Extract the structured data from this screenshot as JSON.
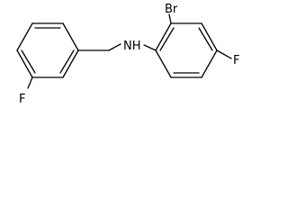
{
  "molecule": {
    "atoms": {
      "nh": "NH",
      "br": "Br",
      "f_left": "F",
      "f_right": "F"
    }
  }
}
